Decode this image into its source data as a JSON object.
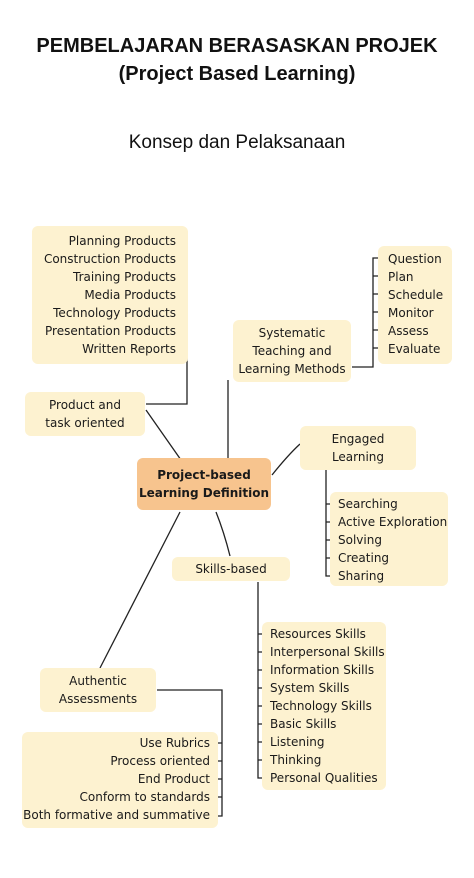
{
  "header": {
    "title_line1": "PEMBELAJARAN BERASASKAN PROJEK",
    "title_line2": "(Project Based Learning)",
    "subtitle": "Konsep dan Pelaksanaan"
  },
  "diagram": {
    "center": {
      "line1": "Project-based",
      "line2": "Learning Definition"
    },
    "product": {
      "label_line1": "Product and",
      "label_line2": "task oriented",
      "items": [
        "Planning Products",
        "Construction Products",
        "Training Products",
        "Media Products",
        "Technology Products",
        "Presentation Products",
        "Written Reports"
      ]
    },
    "systematic": {
      "label_line1": "Systematic",
      "label_line2": "Teaching and",
      "label_line3": "Learning Methods",
      "items": [
        "Question",
        "Plan",
        "Schedule",
        "Monitor",
        "Assess",
        "Evaluate"
      ]
    },
    "engaged": {
      "label_line1": "Engaged",
      "label_line2": "Learning",
      "items": [
        "Searching",
        "Active Exploration",
        "Solving",
        "Creating",
        "Sharing"
      ]
    },
    "skills": {
      "label": "Skills-based",
      "items": [
        "Resources Skills",
        "Interpersonal Skills",
        "Information Skills",
        "System Skills",
        "Technology Skills",
        "Basic Skills",
        "Listening",
        "Thinking",
        "Personal Qualities"
      ]
    },
    "authentic": {
      "label_line1": "Authentic",
      "label_line2": "Assessments",
      "items": [
        "Use Rubrics",
        "Process oriented",
        "End Product",
        "Conform to standards",
        "Both formative and summative"
      ]
    }
  }
}
